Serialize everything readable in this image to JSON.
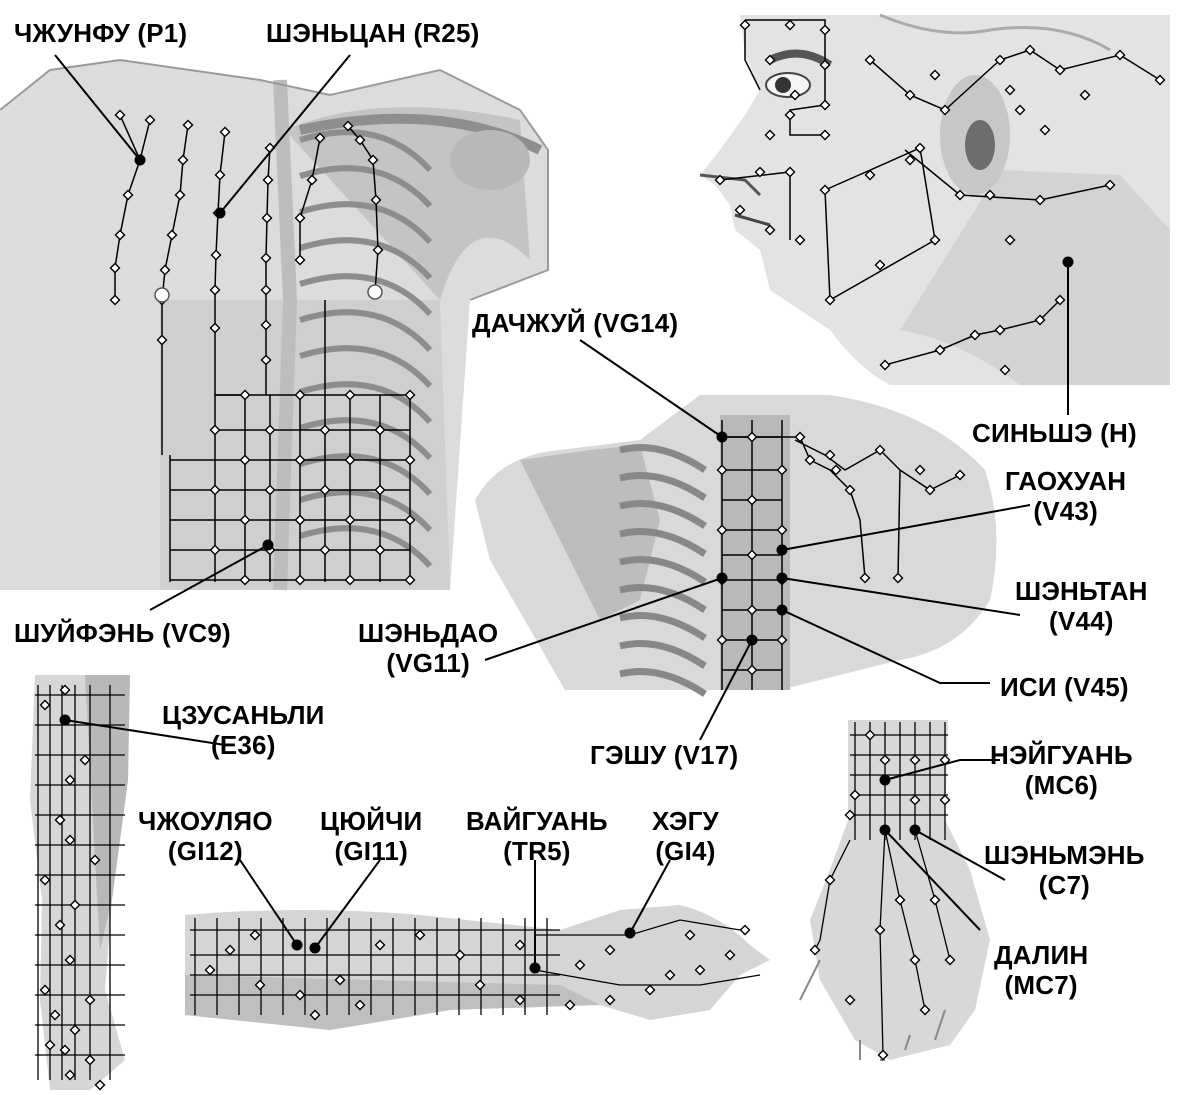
{
  "labels": {
    "p1": "ЧЖУНФУ (P1)",
    "r25": "ШЭНЬЦАН (R25)",
    "vc9": "ШУЙФЭНЬ (VC9)",
    "vg14": "ДАЧЖУЙ (VG14)",
    "h": "СИНЬШЭ (H)",
    "v43": [
      "ГАОХУАН",
      "(V43)"
    ],
    "v44": [
      "ШЭНЬТАН",
      "(V44)"
    ],
    "v45": "ИСИ (V45)",
    "vg11": [
      "ШЭНЬДАО",
      "(VG11)"
    ],
    "v17": "ГЭШУ (V17)",
    "e36": [
      "ЦЗУСАНЬЛИ",
      "(E36)"
    ],
    "gi12": [
      "ЧЖОУЛЯО",
      "(GI12)"
    ],
    "gi11": [
      "ЦЮЙЧИ",
      "(GI11)"
    ],
    "tr5": [
      "ВАЙГУАНЬ",
      "(TR5)"
    ],
    "gi4": [
      "ХЭГУ",
      "(GI4)"
    ],
    "mc6": [
      "НЭЙГУАНЬ",
      "(MC6)"
    ],
    "c7": [
      "ШЭНЬМЭНЬ",
      "(C7)"
    ],
    "mc7": [
      "ДАЛИН",
      "(MC7)"
    ]
  },
  "colors": {
    "skin": "#dcdcdc",
    "skin_dark": "#a9a9a9",
    "line": "#000000",
    "point_fill": "#ffffff"
  }
}
